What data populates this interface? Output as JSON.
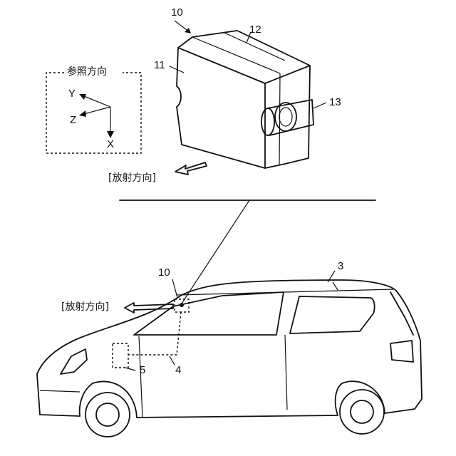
{
  "reference_direction": {
    "title": "参照方向",
    "axis_y": "Y",
    "axis_z": "Z",
    "axis_x": "X"
  },
  "device": {
    "ref": "10",
    "part_front": "11",
    "part_top": "12",
    "part_pipe": "13"
  },
  "radiation_label": "[放射方向]",
  "vehicle": {
    "ref_car": "3",
    "ref_device": "10",
    "ref_wire": "4",
    "ref_unit": "5"
  }
}
